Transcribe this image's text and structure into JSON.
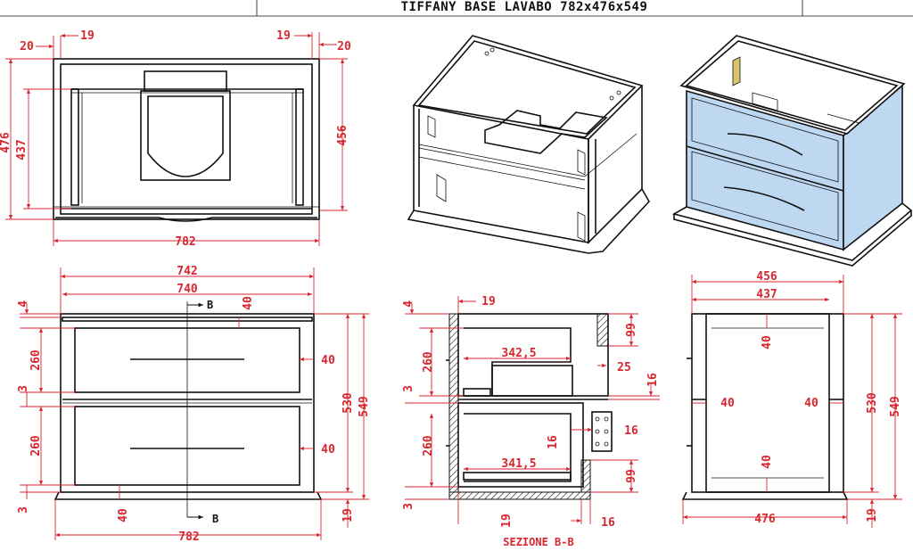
{
  "title": "TIFFANY BASE LAVABO 782x476x549",
  "views": {
    "top": {
      "dims": {
        "left_outer": "20",
        "left_inner": "19",
        "right_inner": "19",
        "right_outer": "20",
        "height_outer": "476",
        "height_inner": "437",
        "height_right": "456",
        "width": "782"
      }
    },
    "front": {
      "dims": {
        "w1": "742",
        "w2": "740",
        "top_gap": "4",
        "drawer1": "260",
        "mid_gap": "3",
        "drawer2": "260",
        "bottom_gap": "3",
        "front_offset": "40",
        "side_right_1": "40",
        "side_right_2": "40",
        "h_inner": "530",
        "h_total": "549",
        "plinth": "19",
        "bottom_40": "40",
        "width": "782"
      },
      "section_mark": "B"
    },
    "section": {
      "dims": {
        "back": "19",
        "top_gap": "4",
        "drawer1": "260",
        "mid_gap": "3",
        "drawer2": "260",
        "bottom_gap": "3",
        "depth1": "342,5",
        "depth2": "341,5",
        "h99_top": "99",
        "d25": "25",
        "d16_a": "16",
        "d16_b": "16",
        "d16_c": "16",
        "h99_bot": "99",
        "bottom_19": "19",
        "bottom_16": "16"
      },
      "caption": "SEZIONE B-B"
    },
    "side": {
      "dims": {
        "w1": "456",
        "w2": "437",
        "top_40": "40",
        "left_40": "40",
        "right_40": "40",
        "bottom_40": "40",
        "h_inner": "530",
        "h_total": "549",
        "width": "476",
        "plinth": "19"
      }
    }
  },
  "colors": {
    "dimension": "#d8262f",
    "line": "#111111",
    "panel_blue": "#bfd8f2",
    "hinge": "#d9c46a"
  }
}
